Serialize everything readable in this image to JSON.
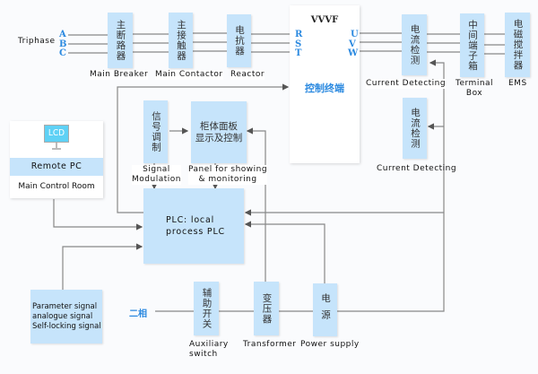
{
  "input": {
    "triphase_label": "Triphase",
    "phases": [
      "A",
      "B",
      "C"
    ],
    "two_phase_label": "二相"
  },
  "power_chain": [
    {
      "id": "main-breaker",
      "cn": "主断路器",
      "en": "Main Breaker"
    },
    {
      "id": "main-contactor",
      "cn": "主接触器",
      "en": "Main Contactor"
    },
    {
      "id": "reactor",
      "cn": "电抗器",
      "en": "Reactor"
    }
  ],
  "vvvf": {
    "title": "VVVF",
    "inputs": [
      "R",
      "S",
      "T"
    ],
    "outputs": [
      "U",
      "V",
      "W"
    ],
    "control_terminal": "控制终端"
  },
  "output_chain": [
    {
      "id": "current-detecting-1",
      "cn": "电流检测",
      "en": "Current  Detecting"
    },
    {
      "id": "terminal-box",
      "cn": "中间端子箱",
      "en": "Terminal\nBox"
    },
    {
      "id": "ems",
      "cn": "电磁搅拌器",
      "en": "EMS"
    }
  ],
  "current_detecting_2": {
    "cn": "电流检测",
    "en": "Current  Detecting"
  },
  "remote_pc": {
    "screen_text": "LCD",
    "title": "Remote PC",
    "subtitle": "Main  Control  Room"
  },
  "signal_modulation": {
    "cn": "信号调制",
    "en_line1": "Signal",
    "en_line2": "Modulation"
  },
  "panel": {
    "cn_line1": "柜体面板",
    "cn_line2": "显示及控制",
    "en_line1": "Panel for showing",
    "en_line2": "& monitoring"
  },
  "plc": {
    "line1": "PLC: local",
    "line2": "process PLC"
  },
  "signals": {
    "line1": "Parameter signal",
    "line2": "analogue signal",
    "line3": "Self-locking signal"
  },
  "aux_chain": [
    {
      "id": "auxiliary-switch",
      "cn": "辅助开关",
      "en_line1": "Auxiliary",
      "en_line2": "switch"
    },
    {
      "id": "transformer",
      "cn": "变压器",
      "en_line1": "Transformer"
    },
    {
      "id": "power-supply",
      "cn": "电源",
      "en_line1": "Power supply"
    }
  ],
  "colors": {
    "box_fill": "#c6e4fb",
    "accent_blue": "#2c8ae0",
    "wire": "#777777"
  }
}
